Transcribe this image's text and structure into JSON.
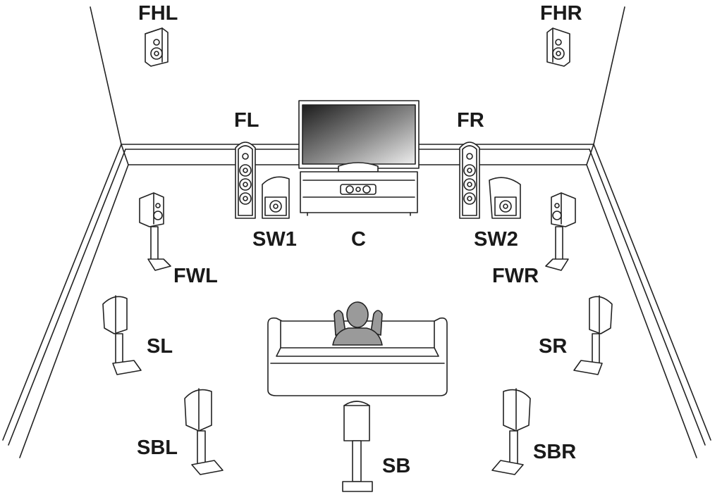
{
  "labels": {
    "fhl": "FHL",
    "fhr": "FHR",
    "fl": "FL",
    "fr": "FR",
    "sw1": "SW1",
    "c": "C",
    "sw2": "SW2",
    "fwl": "FWL",
    "fwr": "FWR",
    "sl": "SL",
    "sr": "SR",
    "sbl": "SBL",
    "sb": "SB",
    "sbr": "SBR"
  }
}
